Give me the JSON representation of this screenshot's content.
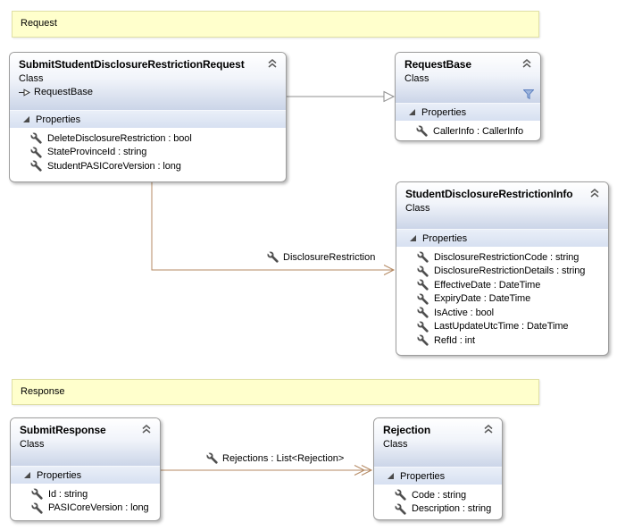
{
  "banners": {
    "request": "Request",
    "response": "Response"
  },
  "classes": [
    {
      "title": "SubmitStudentDisclosureRestrictionRequest",
      "kind": "Class",
      "inherits": "RequestBase",
      "section": "Properties",
      "members": [
        "DeleteDisclosureRestriction : bool",
        "StateProvinceId : string",
        "StudentPASICoreVersion : long"
      ]
    },
    {
      "title": "RequestBase",
      "kind": "Class",
      "section": "Properties",
      "members": [
        "CallerInfo : CallerInfo"
      ]
    },
    {
      "title": "StudentDisclosureRestrictionInfo",
      "kind": "Class",
      "section": "Properties",
      "members": [
        "DisclosureRestrictionCode : string",
        "DisclosureRestrictionDetails : string",
        "EffectiveDate : DateTime",
        "ExpiryDate : DateTime",
        "IsActive : bool",
        "LastUpdateUtcTime : DateTime",
        "RefId : int"
      ]
    },
    {
      "title": "SubmitResponse",
      "kind": "Class",
      "section": "Properties",
      "members": [
        "Id : string",
        "PASICoreVersion : long"
      ]
    },
    {
      "title": "Rejection",
      "kind": "Class",
      "section": "Properties",
      "members": [
        "Code : string",
        "Description : string"
      ]
    }
  ],
  "associations": [
    {
      "label": "DisclosureRestriction"
    },
    {
      "label": "Rejections : List<Rejection>"
    }
  ],
  "colors": {
    "banner_bg": "#ffffcc",
    "association_line": "#b58a63",
    "inheritance_line": "#8f8f8f",
    "filter_icon": "#9fb6de"
  }
}
